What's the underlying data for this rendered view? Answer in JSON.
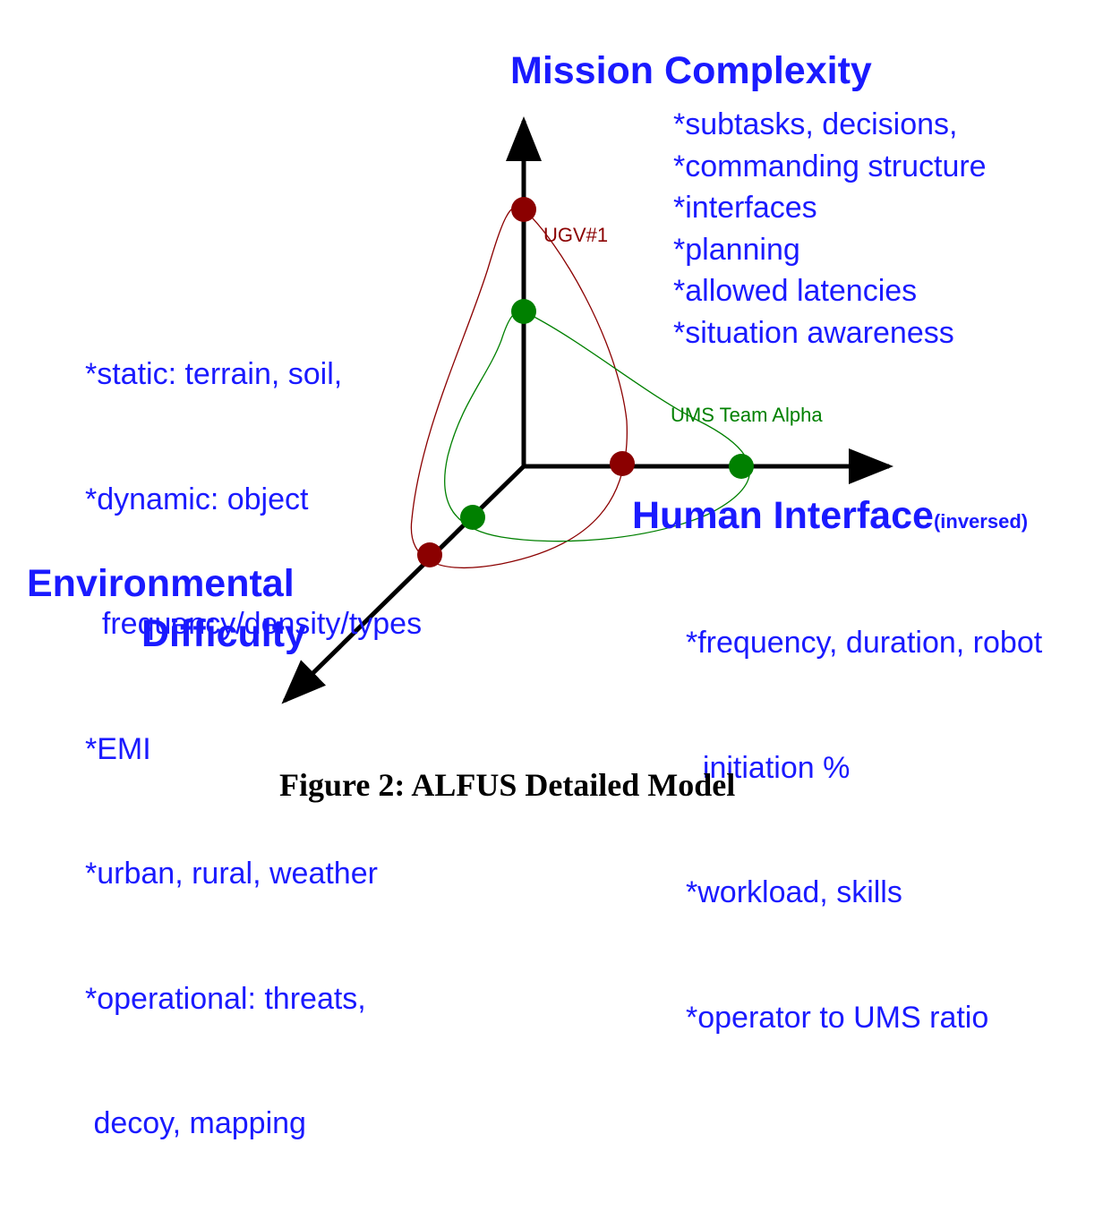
{
  "axes": {
    "mission": {
      "title": "Mission Complexity",
      "items": [
        "*subtasks, decisions,",
        "*commanding structure",
        "*interfaces",
        "*planning",
        "*allowed latencies",
        "*situation awareness"
      ]
    },
    "environment": {
      "title_line1": "Environmental",
      "title_line2": "Difficulty",
      "items": [
        "*static: terrain, soil,",
        "*dynamic: object",
        "  frequency/density/types",
        "*EMI",
        "*urban, rural, weather",
        "*operational: threats,",
        " decoy, mapping"
      ]
    },
    "human": {
      "title": "Human Interface",
      "title_suffix": "(inversed)",
      "items": [
        "*frequency, duration, robot",
        "  initiation %",
        "*workload, skills",
        "*operator to UMS ratio"
      ]
    }
  },
  "profiles": [
    {
      "label": "UGV#1",
      "color": "#8b0000"
    },
    {
      "label": "UMS Team Alpha",
      "color": "#008000"
    }
  ],
  "colors": {
    "axis": "#000000",
    "text": "#1a1aff",
    "caption": "#000000"
  },
  "caption": "Figure 2:  ALFUS Detailed Model"
}
